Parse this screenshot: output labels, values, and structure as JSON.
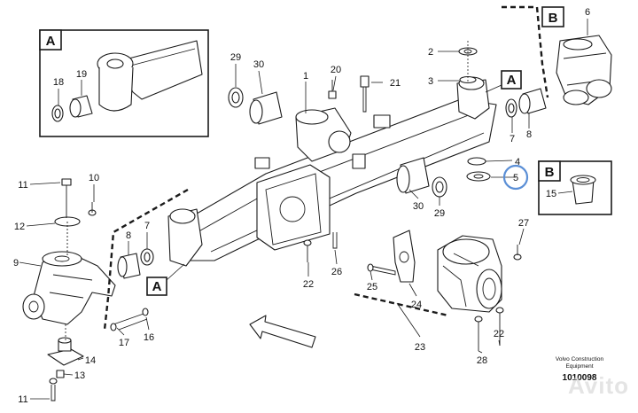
{
  "diagram": {
    "callouts": {
      "c1": "1",
      "c2": "2",
      "c3": "3",
      "c4": "4",
      "c5": "5",
      "c6": "6",
      "c7": "7",
      "c7b": "7",
      "c8": "8",
      "c8b": "8",
      "c9": "9",
      "c10": "10",
      "c11": "11",
      "c11b": "11",
      "c12": "12",
      "c13": "13",
      "c14": "14",
      "c15": "15",
      "c16": "16",
      "c17": "17",
      "c18": "18",
      "c19": "19",
      "c20": "20",
      "c21": "21",
      "c22": "22",
      "c22b": "22",
      "c23": "23",
      "c24": "24",
      "c25": "25",
      "c26": "26",
      "c27": "27",
      "c28": "28",
      "c29": "29",
      "c29b": "29",
      "c30": "30",
      "c30b": "30"
    },
    "letters": {
      "inset_a": "A",
      "inset_b_top": "B",
      "ref_a_right": "A",
      "ref_a_left": "A",
      "inset_b_lower": "B"
    },
    "highlight": {
      "label": "5",
      "color": "#5b8fd6"
    }
  },
  "footer": {
    "line1": "Volvo Construction",
    "line2": "Equipment",
    "code": "1010098"
  },
  "watermark": "Avito"
}
